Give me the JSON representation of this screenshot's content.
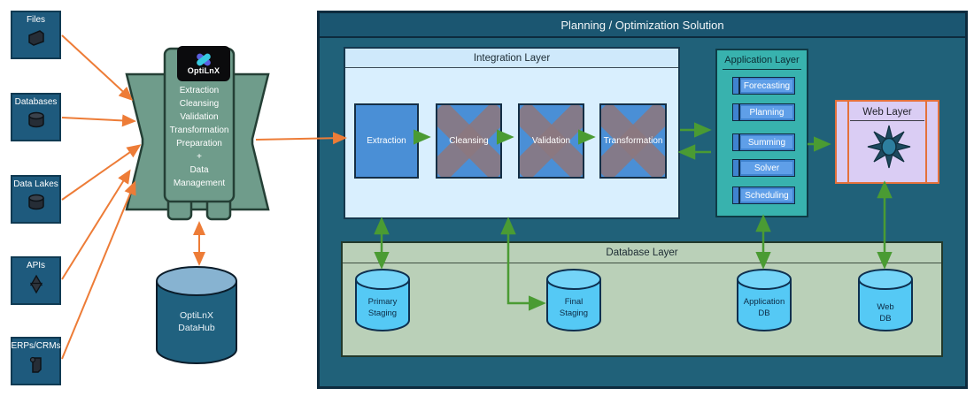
{
  "colors": {
    "accent_orange": "#ed7c37",
    "accent_green": "#4a9b33",
    "container_teal": "#206179",
    "funnel_green": "#6f9c8b",
    "integration_blue": "#d9effe",
    "application_teal": "#38b2ae",
    "web_lavender": "#dacdf4",
    "database_layer_green": "#bad0b8",
    "cylinder_cyan": "#55c9f5",
    "source_box_navy": "#1e5a7d"
  },
  "sources": [
    {
      "label": "Files",
      "icon": "file-icon"
    },
    {
      "label": "Databases",
      "icon": "database-icon"
    },
    {
      "label": "Data Lakes",
      "icon": "data-lake-icon"
    },
    {
      "label": "APIs",
      "icon": "api-star-icon"
    },
    {
      "label": "ERPs/CRMs",
      "icon": "scroll-icon"
    }
  ],
  "hub": {
    "logo": "OptiLnX",
    "capabilities": [
      "Extraction",
      "Cleansing",
      "Validation",
      "Transformation",
      "Preparation",
      "+",
      "Data",
      "Management"
    ],
    "datahub": {
      "line1": "OptiLnX",
      "line2": "DataHub"
    }
  },
  "solution": {
    "title": "Planning / Optimization Solution",
    "integration": {
      "title": "Integration Layer",
      "steps": [
        {
          "label": "Extraction",
          "crossed": false
        },
        {
          "label": "Cleansing",
          "crossed": true
        },
        {
          "label": "Validation",
          "crossed": true
        },
        {
          "label": "Transformation",
          "crossed": true
        }
      ]
    },
    "application": {
      "title": "Application Layer",
      "modules": [
        {
          "label": "Forecasting"
        },
        {
          "label": "Planning"
        },
        {
          "label": "Summing"
        },
        {
          "label": "Solver"
        },
        {
          "label": "Scheduling"
        }
      ]
    },
    "web": {
      "title": "Web Layer"
    },
    "database": {
      "title": "Database Layer",
      "stores": [
        {
          "line1": "Primary",
          "line2": "Staging"
        },
        {
          "line1": "Final",
          "line2": "Staging"
        },
        {
          "line1": "Application",
          "line2": "DB"
        },
        {
          "line1": "Web",
          "line2": "DB"
        }
      ]
    }
  }
}
